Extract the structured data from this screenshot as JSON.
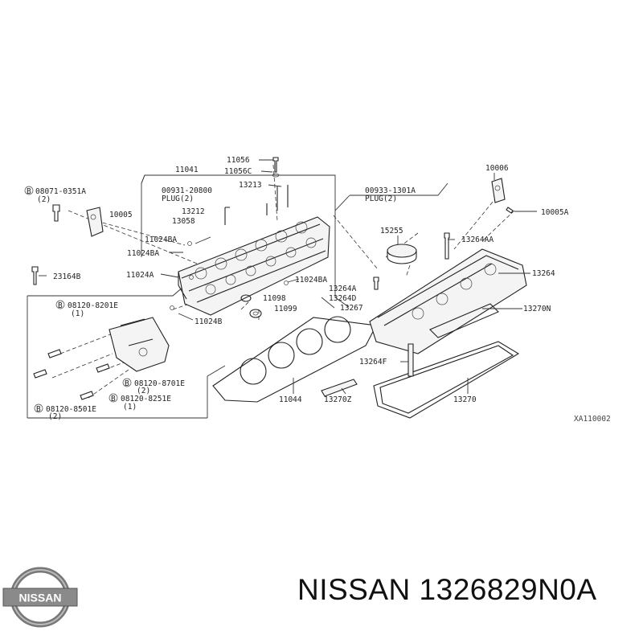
{
  "labels": {
    "l11056": "11056",
    "l11056c": "11056C",
    "l11041": "11041",
    "l13213": "13213",
    "l00931": "00931-20800",
    "l00931_plug": "PLUG(2)",
    "l00933": "00933-1301A",
    "l00933_plug": "PLUG(2)",
    "l08071": "08071-0351A",
    "l08071_qty": "(2)",
    "l10005": "10005",
    "l13212": "13212",
    "l13058": "13058",
    "l10006": "10006",
    "l10005a": "10005A",
    "l15255": "15255",
    "l13264aa": "13264AA",
    "l11024ba_1": "11024BA",
    "l11024ba_2": "11024BA",
    "l11024a": "11024A",
    "l23164b": "23164B",
    "l13264": "13264",
    "l11024ba_3": "11024BA",
    "l13264a": "13264A",
    "l13264d": "13264D",
    "l08120_8201e": "08120-8201E",
    "l08120_8201e_qty": "(1)",
    "l11098": "11098",
    "l11099": "11099",
    "l13267": "13267",
    "l13270n": "13270N",
    "l11024b": "11024B",
    "l13264f": "13264F",
    "l08120_8701e": "08120-8701E",
    "l08120_8701e_qty": "(2)",
    "l08120_8251e": "08120-8251E",
    "l08120_8251e_qty": "(1)",
    "l08120_8501e": "08120-8501E",
    "l08120_8501e_qty": "(2)",
    "l11044": "11044",
    "l13270z": "13270Z",
    "l13270": "13270",
    "bolt_mark": "B"
  },
  "diagram_code": "XA110002",
  "brand": {
    "logo_text": "NISSAN",
    "title": "NISSAN 1326829N0A"
  }
}
